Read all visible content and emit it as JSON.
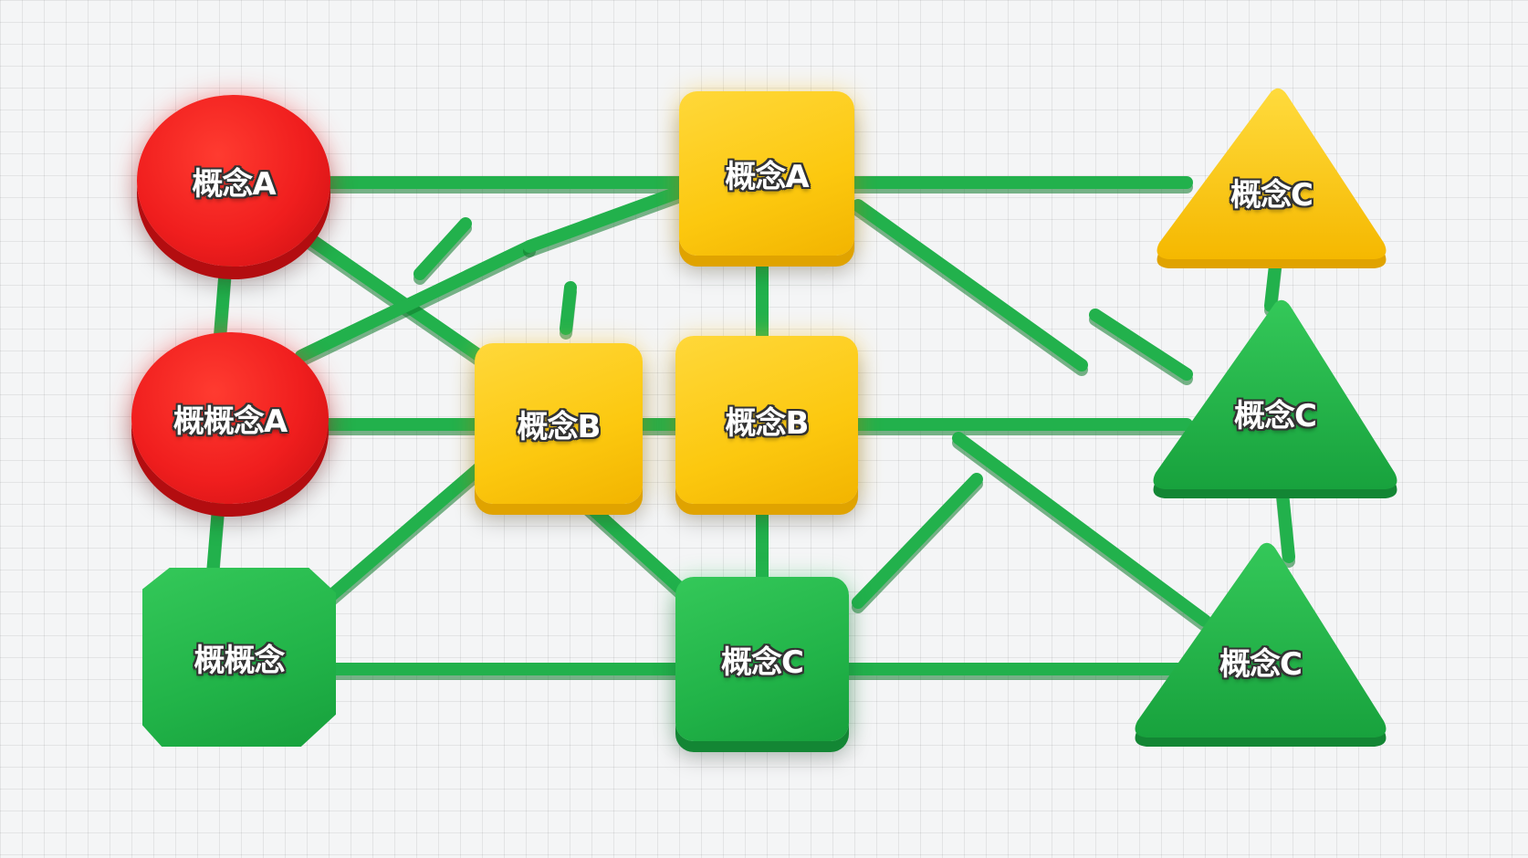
{
  "diagram": {
    "colors": {
      "background": "#f4f5f6",
      "grid": "#e2e3e5",
      "edge": "#22b14c",
      "red": "#f01e1e",
      "yellow": "#fcc80f",
      "green": "#21b348"
    },
    "nodes": [
      {
        "id": "n1",
        "label": "概念A",
        "shape": "circle",
        "color": "red"
      },
      {
        "id": "n2",
        "label": "概念A",
        "shape": "rounded-square",
        "color": "yellow"
      },
      {
        "id": "n3",
        "label": "概念C",
        "shape": "triangle",
        "color": "yellow"
      },
      {
        "id": "n4",
        "label": "概概念A",
        "shape": "circle",
        "color": "red"
      },
      {
        "id": "n5",
        "label": "概念B",
        "shape": "rounded-square",
        "color": "yellow"
      },
      {
        "id": "n6",
        "label": "概念B",
        "shape": "rounded-square",
        "color": "yellow"
      },
      {
        "id": "n7",
        "label": "概念C",
        "shape": "triangle",
        "color": "green"
      },
      {
        "id": "n8",
        "label": "概概念",
        "shape": "octagon",
        "color": "green"
      },
      {
        "id": "n9",
        "label": "概念C",
        "shape": "rounded-square",
        "color": "green"
      },
      {
        "id": "n10",
        "label": "概念C",
        "shape": "triangle",
        "color": "green"
      }
    ],
    "edges": [
      [
        "n1",
        "n2"
      ],
      [
        "n2",
        "n3"
      ],
      [
        "n1",
        "n4"
      ],
      [
        "n4",
        "n8"
      ],
      [
        "n1",
        "n5"
      ],
      [
        "n4",
        "n5"
      ],
      [
        "n5",
        "n6"
      ],
      [
        "n2",
        "n6"
      ],
      [
        "n6",
        "n7"
      ],
      [
        "n3",
        "n7"
      ],
      [
        "n7",
        "n10"
      ],
      [
        "n8",
        "n9"
      ],
      [
        "n9",
        "n10"
      ],
      [
        "n6",
        "n9"
      ],
      [
        "n5",
        "n9"
      ],
      [
        "n4",
        "n2"
      ],
      [
        "n8",
        "n5"
      ],
      [
        "n6",
        "n10"
      ],
      [
        "n2",
        "n7"
      ],
      [
        "n9",
        "n7"
      ]
    ]
  }
}
